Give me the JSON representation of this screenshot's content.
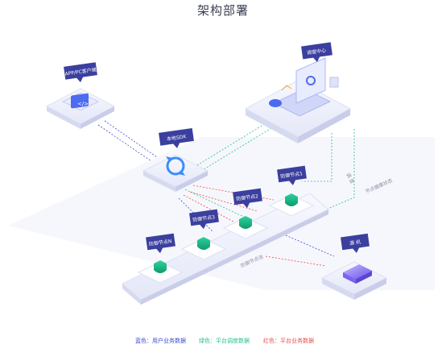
{
  "title": "架构部署",
  "nodes": {
    "app_client": "APP/PC客户端",
    "local_sdk": "本地SDK",
    "dispatch_center": "调度中心",
    "defense_1": "防御节点1",
    "defense_2": "防御节点2",
    "defense_3": "防御节点3",
    "defense_n": "防御节点N",
    "source": "源 机"
  },
  "edge_labels": {
    "dispatch": "调 度",
    "node_health": "节点健康状态",
    "defense_nodes": "防御节点池"
  },
  "legend": [
    {
      "text": "蓝色：用户业务数据",
      "color": "#3a4cd6"
    },
    {
      "text": "绿色：平台调度数据",
      "color": "#21c48a"
    },
    {
      "text": "红色：平台业务数据",
      "color": "#ef4a4a"
    }
  ],
  "colors": {
    "blue": "#3a4cd6",
    "green": "#21c48a",
    "red": "#ef4a4a",
    "tag": "#3b3f9e",
    "platform": "#eef0fb"
  }
}
